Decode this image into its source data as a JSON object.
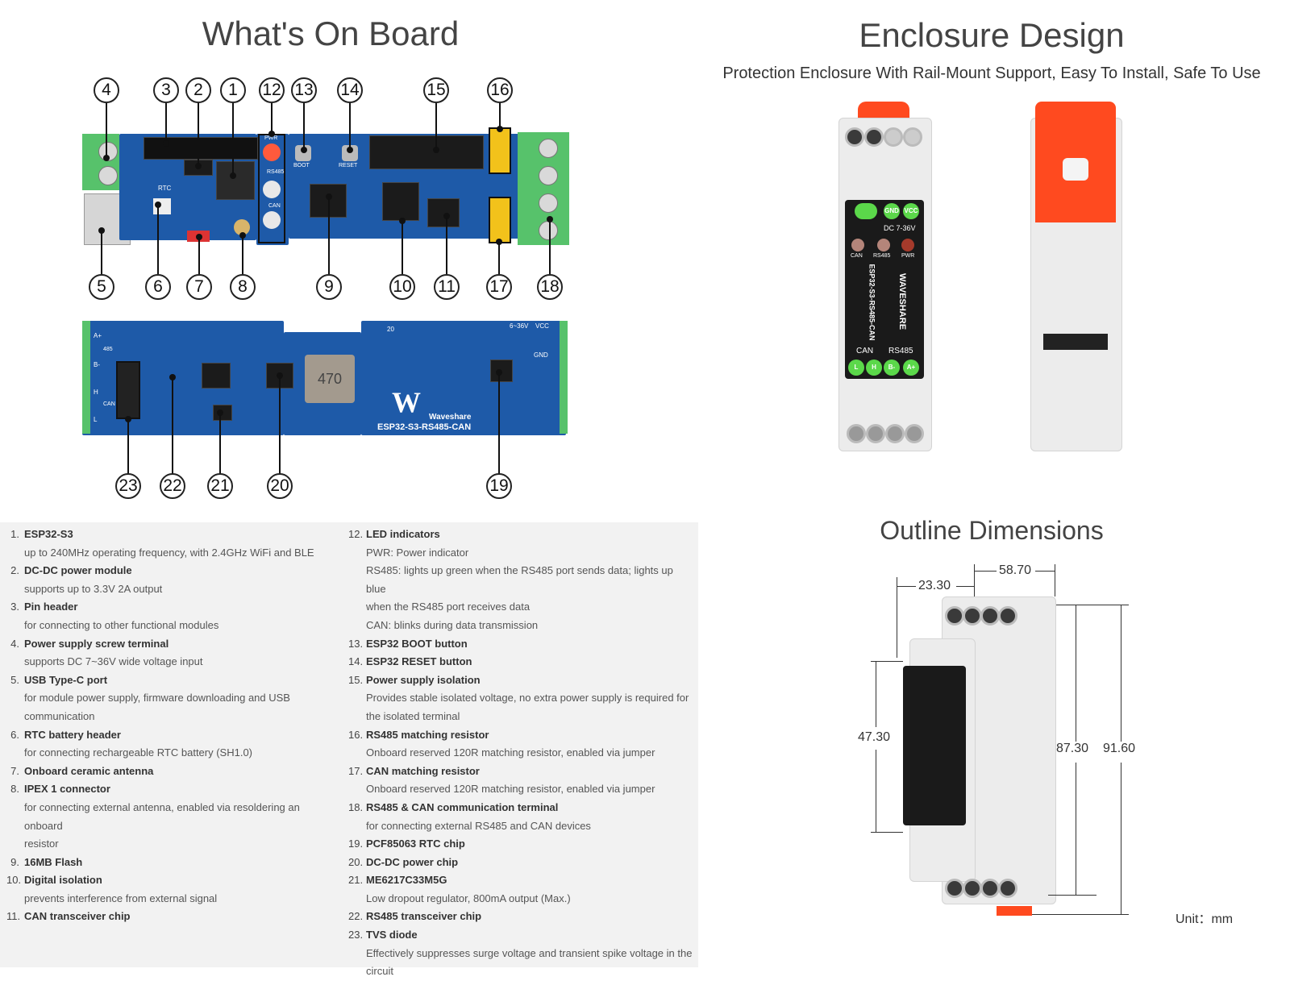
{
  "board": {
    "title": "What's On Board"
  },
  "enclosure": {
    "title": "Enclosure Design",
    "subtitle": "Protection Enclosure With Rail-Mount Support, Easy To Install, Safe To Use",
    "labels": {
      "dc": "DC 7-36V",
      "gnd": "GND",
      "vcc": "VCC",
      "can": "CAN",
      "rs485": "RS485",
      "pwr": "PWR",
      "model": "ESP32-S3-RS485-CAN",
      "brand": "WAVESHARE",
      "l": "L",
      "h": "H",
      "bminus": "B-",
      "aplus": "A+"
    }
  },
  "pcb_labels": {
    "boot": "BOOT",
    "reset": "RESET",
    "rtc": "RTC",
    "pwr": "PWR",
    "rs485": "RS485",
    "can": "CAN",
    "inductor": "470",
    "waveshare": "Waveshare",
    "model": "ESP32-S3-RS485-CAN",
    "voltage": "6~36V",
    "vcc": "VCC",
    "gnd": "GND",
    "aplus": "A+",
    "bminus": "B-",
    "h": "H",
    "l": "L",
    "n485": "485",
    "ncan": "CAN",
    "n20": "20"
  },
  "outline": {
    "title": "Outline Dimensions",
    "dims": {
      "w1": "23.30",
      "w2": "58.70",
      "h1": "47.30",
      "h2": "87.30",
      "h3": "91.60"
    },
    "unit": "Unit：mm"
  },
  "callouts_top": [
    "4",
    "3",
    "2",
    "1",
    "12",
    "13",
    "14",
    "15",
    "16"
  ],
  "callouts_mid": [
    "5",
    "6",
    "7",
    "8",
    "9",
    "10",
    "11",
    "17",
    "18"
  ],
  "callouts_bottom": [
    "23",
    "22",
    "21",
    "20",
    "19"
  ],
  "features_col1": [
    {
      "num": "1.",
      "title": "ESP32-S3",
      "desc": [
        "up to 240MHz operating frequency, with 2.4GHz WiFi and BLE"
      ]
    },
    {
      "num": "2.",
      "title": "DC-DC power module",
      "desc": [
        "supports up to 3.3V 2A output"
      ]
    },
    {
      "num": "3.",
      "title": "Pin header",
      "desc": [
        "for connecting to other functional modules"
      ]
    },
    {
      "num": "4.",
      "title": "Power supply screw terminal",
      "desc": [
        "supports DC 7~36V wide voltage input"
      ]
    },
    {
      "num": "5.",
      "title": "USB Type-C port",
      "desc": [
        "for module power supply, firmware downloading and USB",
        "communication"
      ]
    },
    {
      "num": "6.",
      "title": "RTC battery header",
      "desc": [
        "for connecting rechargeable RTC battery (SH1.0)"
      ]
    },
    {
      "num": "7.",
      "title": "Onboard ceramic antenna",
      "desc": []
    },
    {
      "num": "8.",
      "title": "IPEX 1 connector",
      "desc": [
        "for connecting external antenna, enabled via resoldering an onboard",
        "resistor"
      ]
    },
    {
      "num": "9.",
      "title": "16MB Flash",
      "desc": []
    },
    {
      "num": "10.",
      "title": "Digital isolation",
      "desc": [
        "prevents interference from external signal"
      ]
    },
    {
      "num": "11.",
      "title": "CAN transceiver chip",
      "desc": []
    }
  ],
  "features_col2": [
    {
      "num": "12.",
      "title": "LED indicators",
      "desc": [
        "PWR: Power indicator",
        "RS485: lights up green when the RS485 port sends data; lights up blue",
        "when the RS485 port receives data",
        "CAN: blinks during data transmission"
      ]
    },
    {
      "num": "13.",
      "title": "ESP32 BOOT button",
      "desc": []
    },
    {
      "num": "14.",
      "title": "ESP32 RESET button",
      "desc": []
    },
    {
      "num": "15.",
      "title": "Power supply isolation",
      "desc": [
        "Provides stable isolated voltage, no extra power supply is required for",
        "the isolated terminal"
      ]
    },
    {
      "num": "16.",
      "title": "RS485 matching resistor",
      "desc": [
        "Onboard reserved 120R matching resistor, enabled via jumper"
      ]
    },
    {
      "num": "17.",
      "title": "CAN matching resistor",
      "desc": [
        "Onboard reserved 120R matching resistor, enabled via jumper"
      ]
    },
    {
      "num": "18.",
      "title": "RS485 & CAN communication terminal",
      "desc": [
        "for connecting external RS485 and CAN devices"
      ]
    },
    {
      "num": "19.",
      "title": "PCF85063 RTC chip",
      "desc": []
    },
    {
      "num": "20.",
      "title": "DC-DC power chip",
      "desc": []
    },
    {
      "num": "21.",
      "title": "ME6217C33M5G",
      "desc": [
        "Low dropout regulator, 800mA output (Max.)"
      ]
    },
    {
      "num": "22.",
      "title": "RS485 transceiver chip",
      "desc": []
    },
    {
      "num": "23.",
      "title": "TVS diode",
      "desc": [
        "Effectively suppresses surge voltage and transient spike voltage in the",
        "circuit"
      ]
    }
  ]
}
